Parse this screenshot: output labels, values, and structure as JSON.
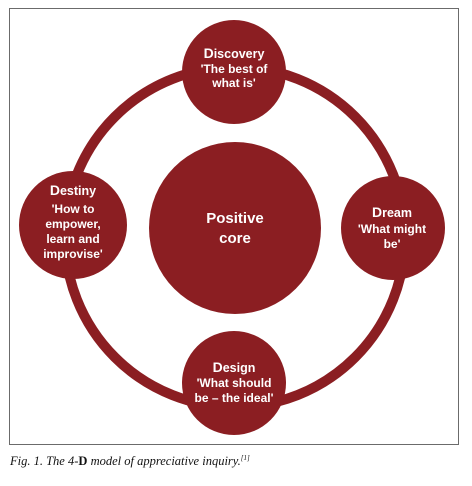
{
  "colors": {
    "maroon": "#8b1e22",
    "ring": "#8b1e22",
    "text": "#ffffff"
  },
  "core": {
    "line1": "Positive",
    "line2": "core"
  },
  "nodes": {
    "discovery": {
      "head_initial": "D",
      "head_rest": "iscovery",
      "lines": [
        "'The best of",
        "what is'"
      ]
    },
    "dream": {
      "head_initial": "D",
      "head_rest": "ream",
      "lines": [
        "'What might",
        "be'"
      ]
    },
    "design": {
      "head_initial": "D",
      "head_rest": "esign",
      "lines": [
        "'What should",
        "be – the ideal'"
      ]
    },
    "destiny": {
      "head_initial": "D",
      "head_rest": "estiny",
      "lines": [
        "'How to",
        "empower,",
        "learn and",
        "improvise'"
      ]
    }
  },
  "caption": {
    "prefix": "Fig. 1. The 4-",
    "bold": "D",
    "suffix": " model of appreciative inquiry.",
    "ref": "[1]"
  }
}
